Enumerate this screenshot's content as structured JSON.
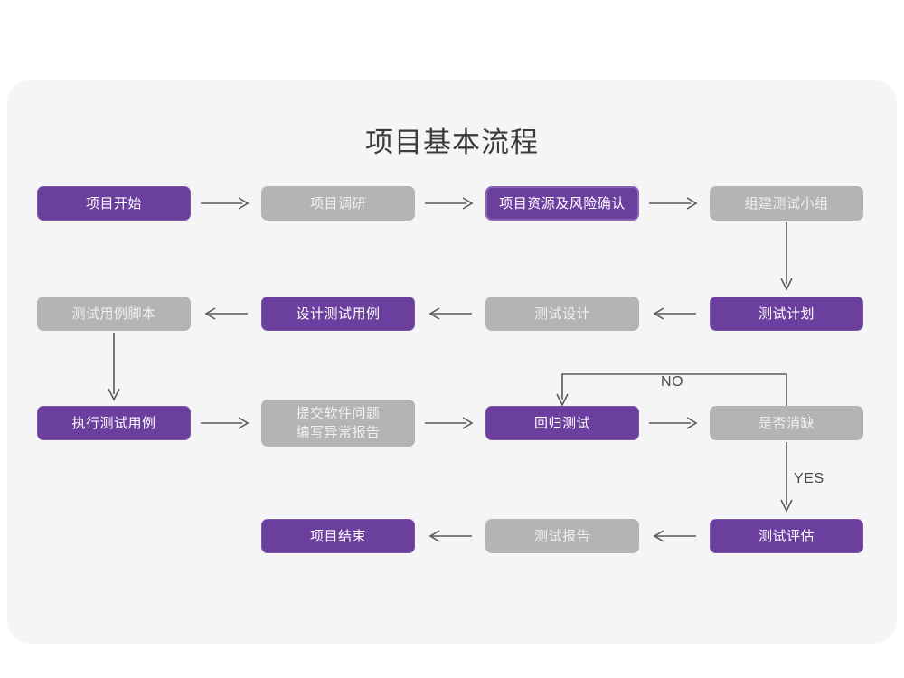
{
  "page": {
    "background": "#ffffff",
    "card_background": "#f5f5f5"
  },
  "diagram": {
    "title": "项目基本流程",
    "colors": {
      "accent_purple": "#6b3f9e",
      "muted_gray": "#b4b4b4",
      "connector": "#5a5a5a",
      "card": "#f5f5f5"
    },
    "nodes": [
      {
        "id": "n1",
        "label": "项目开始",
        "style": "purple"
      },
      {
        "id": "n2",
        "label": "项目调研",
        "style": "gray"
      },
      {
        "id": "n3",
        "label": "项目资源及风险确认",
        "style": "purple-outlined"
      },
      {
        "id": "n4",
        "label": "组建测试小组",
        "style": "gray"
      },
      {
        "id": "n5",
        "label": "测试计划",
        "style": "purple"
      },
      {
        "id": "n6",
        "label": "测试设计",
        "style": "gray"
      },
      {
        "id": "n7",
        "label": "设计测试用例",
        "style": "purple"
      },
      {
        "id": "n8",
        "label": "测试用例脚本",
        "style": "gray"
      },
      {
        "id": "n9",
        "label": "执行测试用例",
        "style": "purple"
      },
      {
        "id": "n10",
        "label": "提交软件问题\n编写异常报告",
        "style": "gray"
      },
      {
        "id": "n11",
        "label": "回归测试",
        "style": "purple"
      },
      {
        "id": "n12",
        "label": "是否消缺",
        "style": "gray"
      },
      {
        "id": "n13",
        "label": "测试评估",
        "style": "purple"
      },
      {
        "id": "n14",
        "label": "测试报告",
        "style": "gray"
      },
      {
        "id": "n15",
        "label": "项目结束",
        "style": "purple"
      }
    ],
    "edge_labels": {
      "no": "NO",
      "yes": "YES"
    }
  }
}
